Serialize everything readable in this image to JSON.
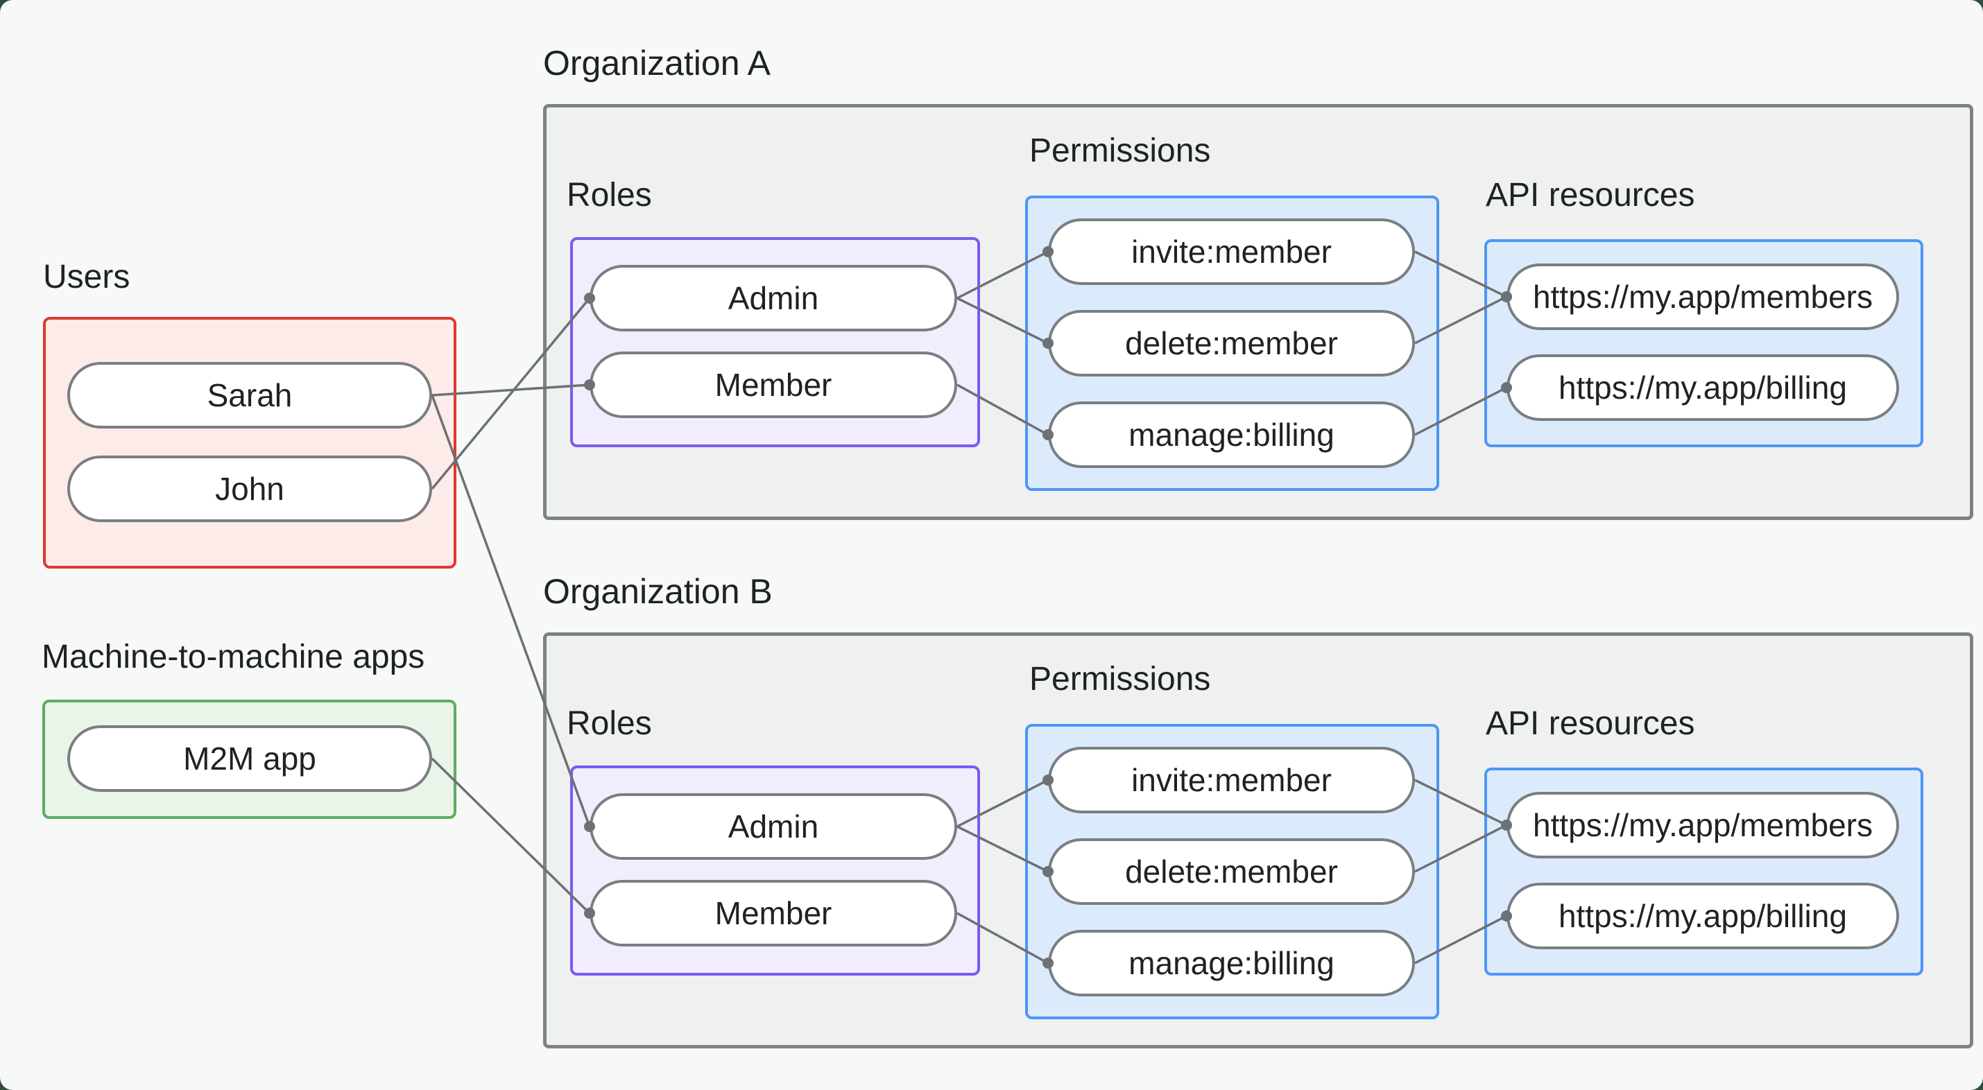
{
  "users": {
    "label": "Users",
    "items": [
      {
        "id": "sarah",
        "label": "Sarah"
      },
      {
        "id": "john",
        "label": "John"
      }
    ]
  },
  "m2m": {
    "label": "Machine-to-machine apps",
    "items": [
      {
        "id": "m2m-app",
        "label": "M2M app"
      }
    ]
  },
  "org_a": {
    "title": "Organization A",
    "roles_label": "Roles",
    "permissions_label": "Permissions",
    "api_label": "API resources",
    "roles": [
      {
        "id": "admin-a",
        "label": "Admin"
      },
      {
        "id": "member-a",
        "label": "Member"
      }
    ],
    "permissions": [
      {
        "id": "invite-a",
        "label": "invite:member"
      },
      {
        "id": "delete-a",
        "label": "delete:member"
      },
      {
        "id": "manage-a",
        "label": "manage:billing"
      }
    ],
    "resources": [
      {
        "id": "members-a",
        "label": "https://my.app/members"
      },
      {
        "id": "billing-a",
        "label": "https://my.app/billing"
      }
    ]
  },
  "org_b": {
    "title": "Organization B",
    "roles_label": "Roles",
    "permissions_label": "Permissions",
    "api_label": "API resources",
    "roles": [
      {
        "id": "admin-b",
        "label": "Admin"
      },
      {
        "id": "member-b",
        "label": "Member"
      }
    ],
    "permissions": [
      {
        "id": "invite-b",
        "label": "invite:member"
      },
      {
        "id": "delete-b",
        "label": "delete:member"
      },
      {
        "id": "manage-b",
        "label": "manage:billing"
      }
    ],
    "resources": [
      {
        "id": "members-b",
        "label": "https://my.app/members"
      },
      {
        "id": "billing-b",
        "label": "https://my.app/billing"
      }
    ]
  },
  "edges": [
    {
      "from": "sarah",
      "to": "member-a"
    },
    {
      "from": "john",
      "to": "admin-a"
    },
    {
      "from": "sarah",
      "to": "admin-b"
    },
    {
      "from": "m2m-app",
      "to": "member-b"
    },
    {
      "from": "admin-a",
      "to": "invite-a"
    },
    {
      "from": "admin-a",
      "to": "delete-a"
    },
    {
      "from": "member-a",
      "to": "manage-a"
    },
    {
      "from": "invite-a",
      "to": "members-a"
    },
    {
      "from": "delete-a",
      "to": "members-a"
    },
    {
      "from": "manage-a",
      "to": "billing-a"
    },
    {
      "from": "admin-b",
      "to": "invite-b"
    },
    {
      "from": "admin-b",
      "to": "delete-b"
    },
    {
      "from": "member-b",
      "to": "manage-b"
    },
    {
      "from": "invite-b",
      "to": "members-b"
    },
    {
      "from": "delete-b",
      "to": "members-b"
    },
    {
      "from": "manage-b",
      "to": "billing-b"
    }
  ],
  "colors": {
    "canvas_background": "#f7f8f8",
    "window_corner_background": "#2f4d3a",
    "org_box_fill": "#eff0f0",
    "org_box_border": "#7e8284",
    "users_box_fill": "#fcebe9",
    "users_box_border": "#db3a31",
    "m2m_box_fill": "#e9f5e8",
    "m2m_box_border": "#5fac5f",
    "roles_box_fill": "#f2edfc",
    "roles_box_border": "#7a5af1",
    "permissions_box_fill": "#dcebfc",
    "permissions_box_border": "#4c96f8",
    "pill_fill": "#ffffff",
    "pill_border": "#7a7e80",
    "edge_color": "#6d7174",
    "text_color": "#1f2223"
  }
}
